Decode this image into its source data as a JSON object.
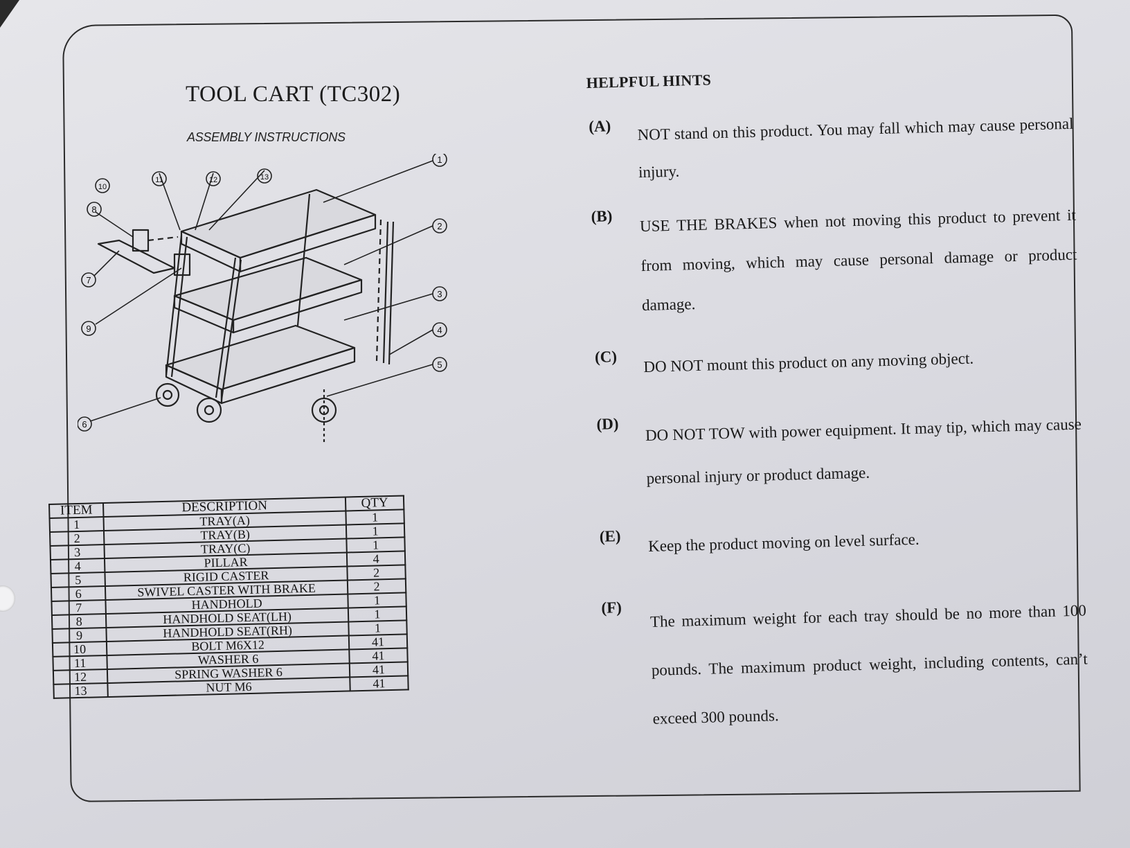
{
  "document": {
    "title": "TOOL CART (TC302)",
    "subtitle": "ASSEMBLY  INSTRUCTIONS"
  },
  "diagram": {
    "callouts": [
      "1",
      "2",
      "3",
      "4",
      "5",
      "6",
      "7",
      "8",
      "9",
      "10",
      "11",
      "12",
      "13"
    ]
  },
  "parts_table": {
    "headers": [
      "ITEM",
      "DESCRIPTION",
      "QTY"
    ],
    "rows": [
      {
        "item": "1",
        "description": "TRAY(A)",
        "qty": "1"
      },
      {
        "item": "2",
        "description": "TRAY(B)",
        "qty": "1"
      },
      {
        "item": "3",
        "description": "TRAY(C)",
        "qty": "1"
      },
      {
        "item": "4",
        "description": "PILLAR",
        "qty": "4"
      },
      {
        "item": "5",
        "description": "RIGID CASTER",
        "qty": "2"
      },
      {
        "item": "6",
        "description": "SWIVEL CASTER WITH BRAKE",
        "qty": "2"
      },
      {
        "item": "7",
        "description": "HANDHOLD",
        "qty": "1"
      },
      {
        "item": "8",
        "description": "HANDHOLD SEAT(LH)",
        "qty": "1"
      },
      {
        "item": "9",
        "description": "HANDHOLD SEAT(RH)",
        "qty": "1"
      },
      {
        "item": "10",
        "description": "BOLT M6X12",
        "qty": "41"
      },
      {
        "item": "11",
        "description": "WASHER 6",
        "qty": "41"
      },
      {
        "item": "12",
        "description": "SPRING WASHER 6",
        "qty": "41"
      },
      {
        "item": "13",
        "description": "NUT M6",
        "qty": "41"
      }
    ]
  },
  "hints": {
    "title": "HELPFUL HINTS",
    "items": [
      {
        "label": "(A)",
        "text": "NOT stand on this product. You may fall which may cause personal injury."
      },
      {
        "label": "(B)",
        "text": "USE THE BRAKES when not moving this product to prevent it from moving, which may cause personal damage or product damage."
      },
      {
        "label": "(C)",
        "text": "DO NOT mount this product on any moving object."
      },
      {
        "label": "(D)",
        "text": "DO NOT TOW with power equipment. It may tip, which may cause personal injury or product damage."
      },
      {
        "label": "(E)",
        "text": "Keep the product moving on level surface."
      },
      {
        "label": "(F)",
        "text": "The maximum weight for each tray should be no more than 100 pounds. The maximum product weight, including contents, can’t exceed 300 pounds."
      }
    ]
  }
}
